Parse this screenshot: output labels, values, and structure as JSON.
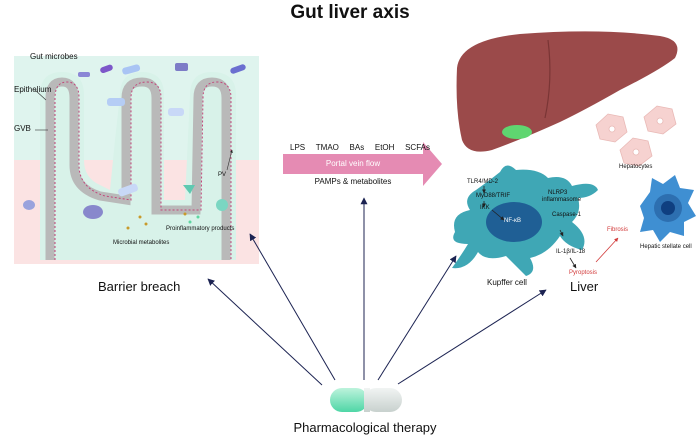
{
  "title": "Gut liver axis",
  "gut": {
    "labels": {
      "microbes": "Gut microbes",
      "epithelium": "Epithelium",
      "gvb": "GVB",
      "pv": "PV",
      "microbial_metabolites": "Microbial metabolites",
      "proinflammatory_products": "Proinflammatory products"
    },
    "caption": "Barrier breach"
  },
  "portal": {
    "molecules": [
      "LPS",
      "TMAO",
      "BAs",
      "EtOH",
      "SCFAs"
    ],
    "flow_label": "Portal vein flow",
    "payload_label": "PAMPs & metabolites"
  },
  "liver": {
    "caption": "Liver",
    "hepatocytes_label": "Hepatocytes",
    "stellate_label": "Hepatic stellate cell",
    "kupffer": {
      "label": "Kupffer cell",
      "receptor": "TLR4/MD-2",
      "adaptor": "MyD88/TRIF",
      "ikk": "IKK",
      "nfkb": "NF-κB",
      "inflammasome_line1": "NLRP3",
      "inflammasome_line2": "inflammasome",
      "caspase": "Caspase-1",
      "cytokines": "IL-1β/IL-18"
    },
    "pyroptosis": "Pyroptosis",
    "fibrosis": "Fibrosis"
  },
  "therapy": {
    "label": "Pharmacological therapy"
  },
  "colors": {
    "arrow": "#1c2352",
    "portal_arrow": "#e58bb3",
    "liver": "#9b4a4a",
    "kupffer": "#3fa7b5",
    "nucleus": "#1f5f95",
    "hepatocyte": "#f6d2d0",
    "stellate": "#3f8fd2",
    "red_text": "#d23a3a",
    "mucosa": "#dff4ee",
    "lamina": "#fbe3e3"
  }
}
